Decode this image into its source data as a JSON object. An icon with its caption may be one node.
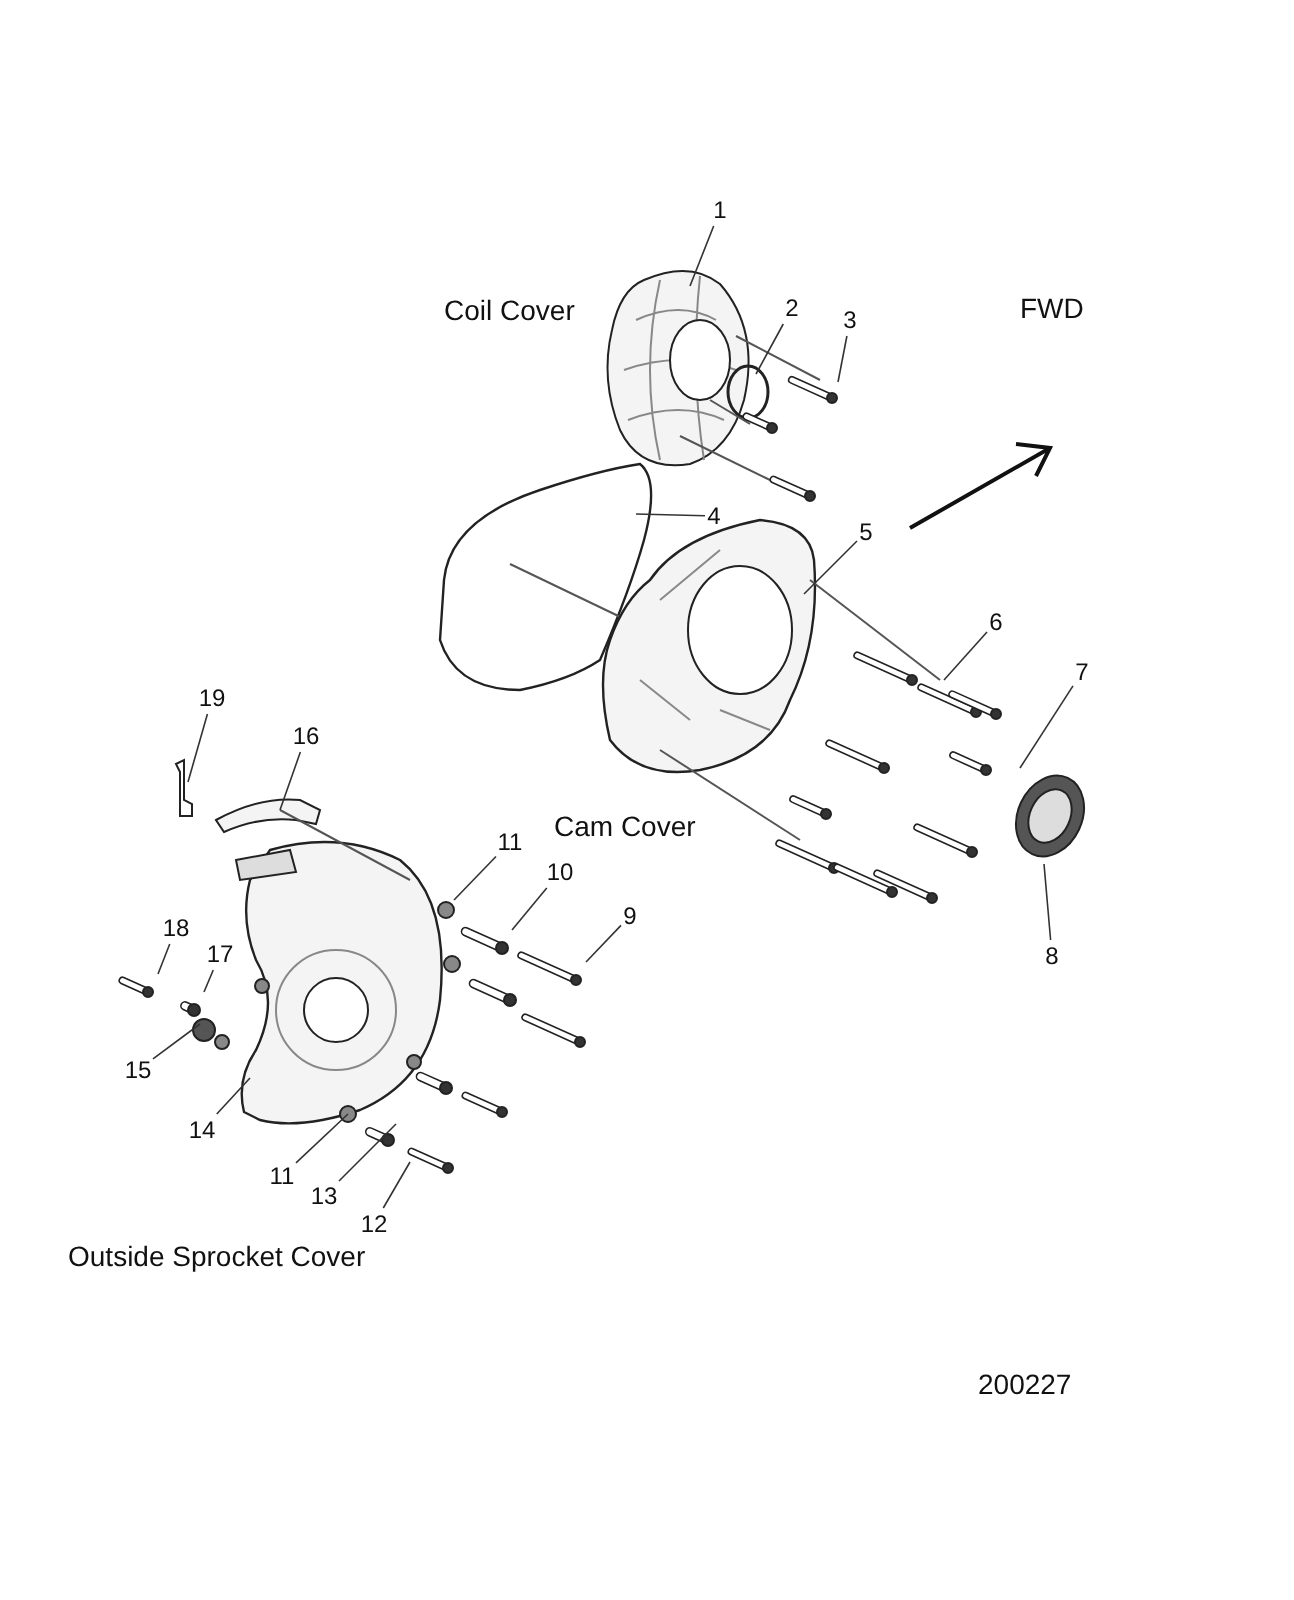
{
  "diagram": {
    "nodes": [
      {
        "text": [
          "1"
        ]
      },
      {
        "text": [
          "2"
        ]
      },
      {
        "text": [
          "3"
        ]
      },
      {
        "text": [
          "4"
        ]
      },
      {
        "text": [
          "5"
        ]
      },
      {
        "text": [
          "6"
        ]
      },
      {
        "text": [
          "7"
        ]
      },
      {
        "text": [
          "19"
        ]
      },
      {
        "text": [
          "16"
        ]
      },
      {
        "text": [
          "11"
        ]
      },
      {
        "text": [
          "10"
        ]
      },
      {
        "text": [
          "9"
        ]
      },
      {
        "text": [
          "8"
        ]
      },
      {
        "text": [
          "18"
        ]
      },
      {
        "text": [
          "17"
        ]
      },
      {
        "text": [
          "15"
        ]
      },
      {
        "text": [
          "14"
        ]
      },
      {
        "text": [
          "11"
        ]
      },
      {
        "text": [
          "13"
        ]
      },
      {
        "text": [
          "12"
        ]
      }
    ],
    "edges": [
      {
        "from": 0,
        "to": null,
        "arrow": "none"
      },
      {
        "from": 1,
        "to": null,
        "arrow": "none"
      },
      {
        "from": 2,
        "to": null,
        "arrow": "none"
      },
      {
        "from": 3,
        "to": null,
        "arrow": "none"
      },
      {
        "from": 4,
        "to": null,
        "arrow": "none"
      },
      {
        "from": 5,
        "to": null,
        "arrow": "none"
      },
      {
        "from": 6,
        "to": null,
        "arrow": "none"
      },
      {
        "from": 7,
        "to": null,
        "arrow": "none"
      },
      {
        "from": 8,
        "to": null,
        "arrow": "none"
      },
      {
        "from": 9,
        "to": null,
        "arrow": "none"
      },
      {
        "from": 10,
        "to": null,
        "arrow": "none"
      },
      {
        "from": 11,
        "to": null,
        "arrow": "none"
      },
      {
        "from": 12,
        "to": null,
        "arrow": "none"
      },
      {
        "from": 13,
        "to": null,
        "arrow": "none"
      },
      {
        "from": 14,
        "to": null,
        "arrow": "none"
      },
      {
        "from": 15,
        "to": null,
        "arrow": "none"
      },
      {
        "from": 16,
        "to": null,
        "arrow": "none"
      },
      {
        "from": 17,
        "to": null,
        "arrow": "none"
      },
      {
        "from": 18,
        "to": null,
        "arrow": "none"
      },
      {
        "from": 19,
        "to": null,
        "arrow": "none"
      }
    ],
    "labels": [
      "Coil Cover",
      "FWD",
      "Cam Cover",
      "Outside Sprocket Cover",
      "200227"
    ]
  }
}
